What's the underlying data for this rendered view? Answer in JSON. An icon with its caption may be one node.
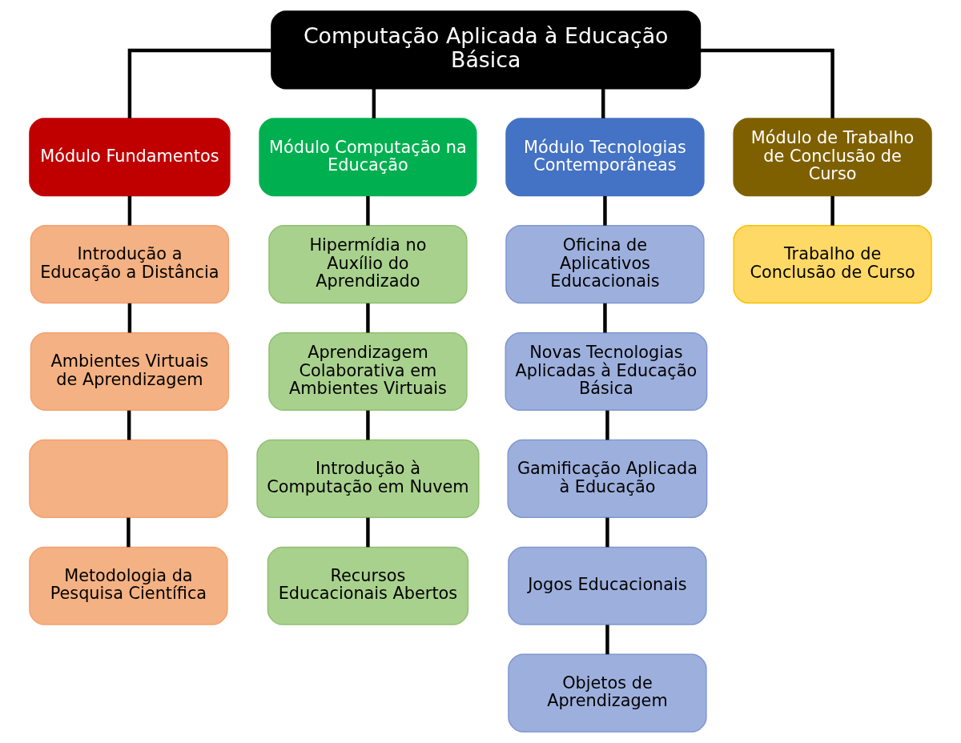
{
  "diagram": {
    "nodes": [
      {
        "text": [
          "Computação Aplicada à Educação Básica"
        ]
      },
      {
        "text": [
          "Módulo Fundamentos"
        ]
      },
      {
        "text": [
          "Módulo Computação na Educação"
        ]
      },
      {
        "text": [
          "Módulo Tecnologias Contemporâneas"
        ]
      },
      {
        "text": [
          "Módulo de Trabalho de Conclusão de Curso"
        ]
      },
      {
        "text": [
          "Introdução a Educação a Distância"
        ]
      },
      {
        "text": [
          "Ambientes Virtuais de Aprendizagem"
        ]
      },
      {
        "text": [],
        "shape": "box"
      },
      {
        "text": [
          "Metodologia da Pesquisa Científica"
        ]
      },
      {
        "text": [
          "Hipermídia no Auxílio do Aprendizado"
        ]
      },
      {
        "text": [
          "Aprendizagem Colaborativa em Ambientes Virtuais"
        ]
      },
      {
        "text": [
          "Introdução à Computação em Nuvem"
        ]
      },
      {
        "text": [
          "Recursos Educacionais Abertos"
        ]
      },
      {
        "text": [
          "Oficina de Aplicativos Educacionais"
        ]
      },
      {
        "text": [
          "Novas Tecnologias Aplicadas à Educação Básica"
        ]
      },
      {
        "text": [
          "Gamificação Aplicada à Educação"
        ]
      },
      {
        "text": [
          "Jogos Educacionais"
        ]
      },
      {
        "text": [
          "Objetos de Aprendizagem"
        ]
      },
      {
        "text": [
          "Trabalho de Conclusão de Curso"
        ]
      }
    ],
    "edges": [
      {
        "from": 0,
        "to": 1,
        "arrow": "none"
      },
      {
        "from": 0,
        "to": 2,
        "arrow": "none"
      },
      {
        "from": 0,
        "to": 3,
        "arrow": "none"
      },
      {
        "from": 0,
        "to": 4,
        "arrow": "none"
      },
      {
        "from": 1,
        "to": 5,
        "arrow": "none"
      },
      {
        "from": 5,
        "to": 6,
        "arrow": "none"
      },
      {
        "from": 6,
        "to": 7,
        "arrow": "none"
      },
      {
        "from": 7,
        "to": 8,
        "arrow": "none"
      },
      {
        "from": 2,
        "to": 9,
        "arrow": "none"
      },
      {
        "from": 9,
        "to": 10,
        "arrow": "none"
      },
      {
        "from": 10,
        "to": 11,
        "arrow": "none"
      },
      {
        "from": 11,
        "to": 12,
        "arrow": "none"
      },
      {
        "from": 3,
        "to": 13,
        "arrow": "none"
      },
      {
        "from": 13,
        "to": 14,
        "arrow": "none"
      },
      {
        "from": 14,
        "to": 15,
        "arrow": "none"
      },
      {
        "from": 15,
        "to": 16,
        "arrow": "none"
      },
      {
        "from": 16,
        "to": 17,
        "arrow": "none"
      },
      {
        "from": 4,
        "to": 18,
        "arrow": "none"
      }
    ]
  }
}
